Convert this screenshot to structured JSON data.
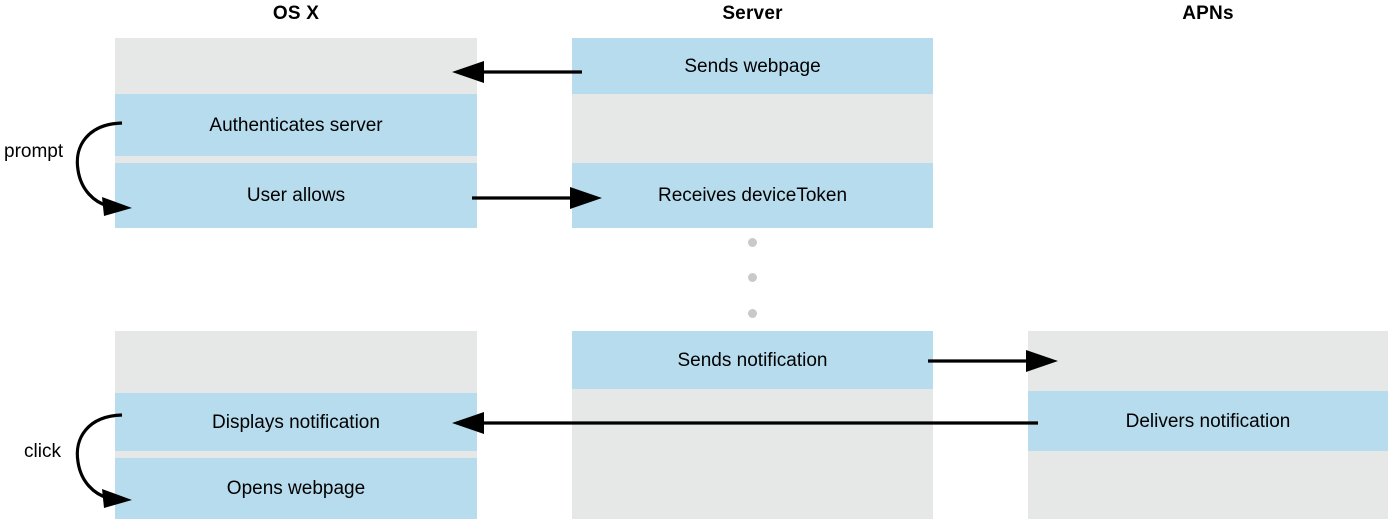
{
  "diagram": {
    "title_columns": [
      {
        "key": "osx",
        "label": "OS X"
      },
      {
        "key": "server",
        "label": "Server"
      },
      {
        "key": "apns",
        "label": "APNs"
      }
    ],
    "colors": {
      "active_band": "#b7dced",
      "idle_band": "#e6e7e7",
      "arrow": "#000000",
      "dot": "#c9c9c9",
      "background": "#ffffff"
    },
    "phases": [
      {
        "key": "registration",
        "lanes": {
          "osx": [
            {
              "state": "idle",
              "label": ""
            },
            {
              "state": "active",
              "label": "Authenticates server"
            },
            {
              "state": "active",
              "label": "User allows"
            }
          ],
          "server": [
            {
              "state": "active",
              "label": "Sends webpage"
            },
            {
              "state": "idle",
              "label": ""
            },
            {
              "state": "active",
              "label": "Receives deviceToken"
            }
          ],
          "apns": []
        },
        "messages": [
          {
            "label": "",
            "from": "server",
            "to": "osx",
            "direction": "left"
          },
          {
            "label": "",
            "from": "osx",
            "to": "server",
            "direction": "right"
          }
        ],
        "annotation": {
          "label": "prompt",
          "target": "User allows"
        }
      },
      {
        "key": "notification",
        "lanes": {
          "osx": [
            {
              "state": "idle",
              "label": ""
            },
            {
              "state": "active",
              "label": "Displays notification"
            },
            {
              "state": "active",
              "label": "Opens webpage"
            }
          ],
          "server": [
            {
              "state": "active",
              "label": "Sends notification"
            },
            {
              "state": "idle",
              "label": ""
            }
          ],
          "apns": [
            {
              "state": "idle",
              "label": ""
            },
            {
              "state": "active",
              "label": "Delivers notification"
            },
            {
              "state": "idle",
              "label": ""
            }
          ]
        },
        "messages": [
          {
            "label": "",
            "from": "server",
            "to": "apns",
            "direction": "right"
          },
          {
            "label": "",
            "from": "apns",
            "to": "osx",
            "direction": "left"
          }
        ],
        "annotation": {
          "label": "click",
          "target": "Opens webpage"
        }
      }
    ],
    "time_gap": {
      "marker": "vertical-ellipsis",
      "dots": 3
    }
  }
}
